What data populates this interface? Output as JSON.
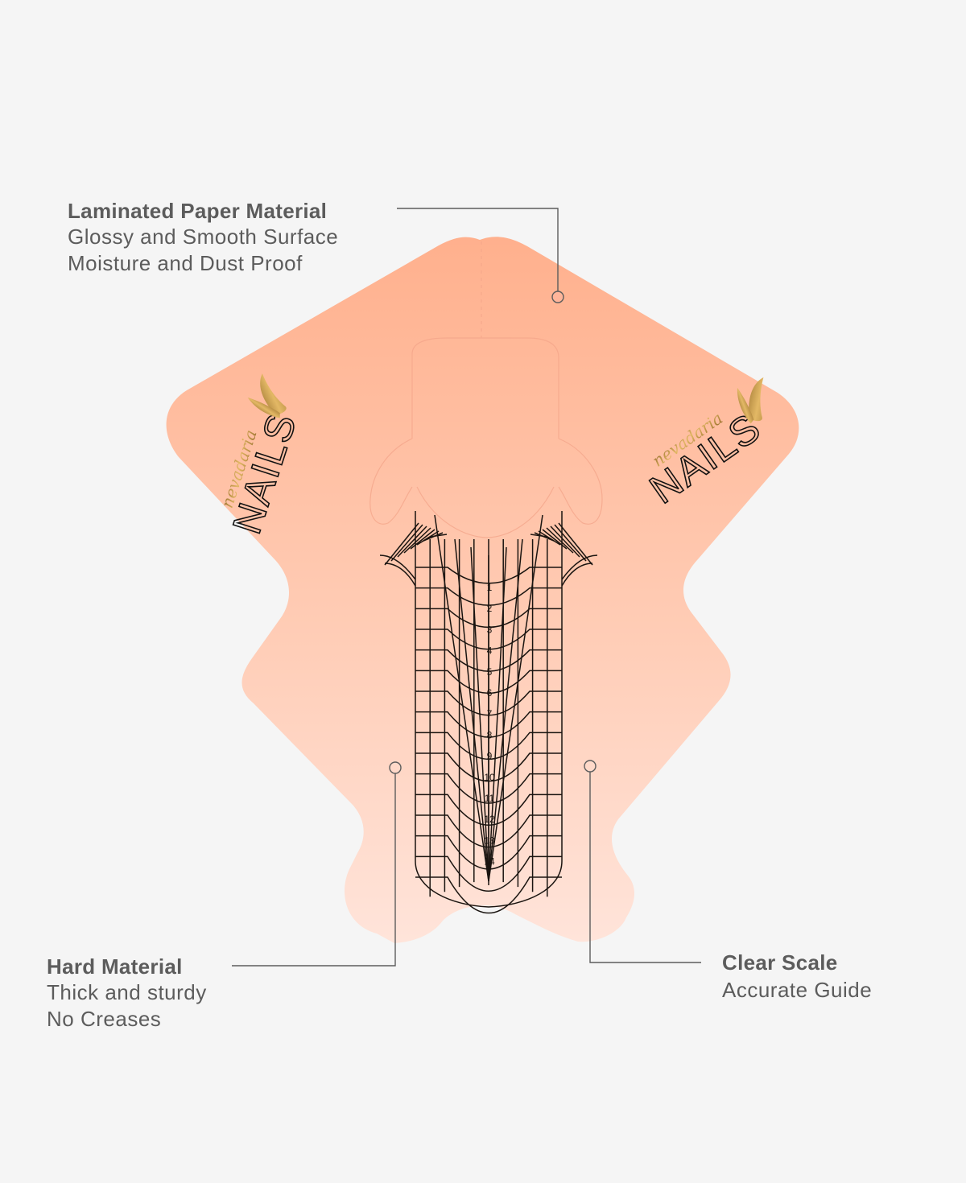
{
  "callouts": {
    "laminated": {
      "title": "Laminated Paper Material",
      "lines": [
        "Glossy and Smooth Surface",
        "Moisture and Dust Proof"
      ]
    },
    "hard": {
      "title": "Hard Material",
      "lines": [
        "Thick and sturdy",
        "No Creases"
      ]
    },
    "scale": {
      "title": "Clear Scale",
      "lines": [
        "Accurate Guide"
      ]
    }
  },
  "logo": {
    "script": "nevadaria",
    "word": "NAILS"
  },
  "scale_numbers": [
    "1",
    "2",
    "3",
    "4",
    "5",
    "6",
    "7",
    "8",
    "9",
    "10",
    "11",
    "12",
    "13",
    "14"
  ],
  "colors": {
    "background": "#f5f5f5",
    "form_top": "#ffb08d",
    "form_bottom": "#ffe4da",
    "text": "#5c5c5c",
    "grid": "#1a1410",
    "logo_gold": "#c8963a"
  }
}
